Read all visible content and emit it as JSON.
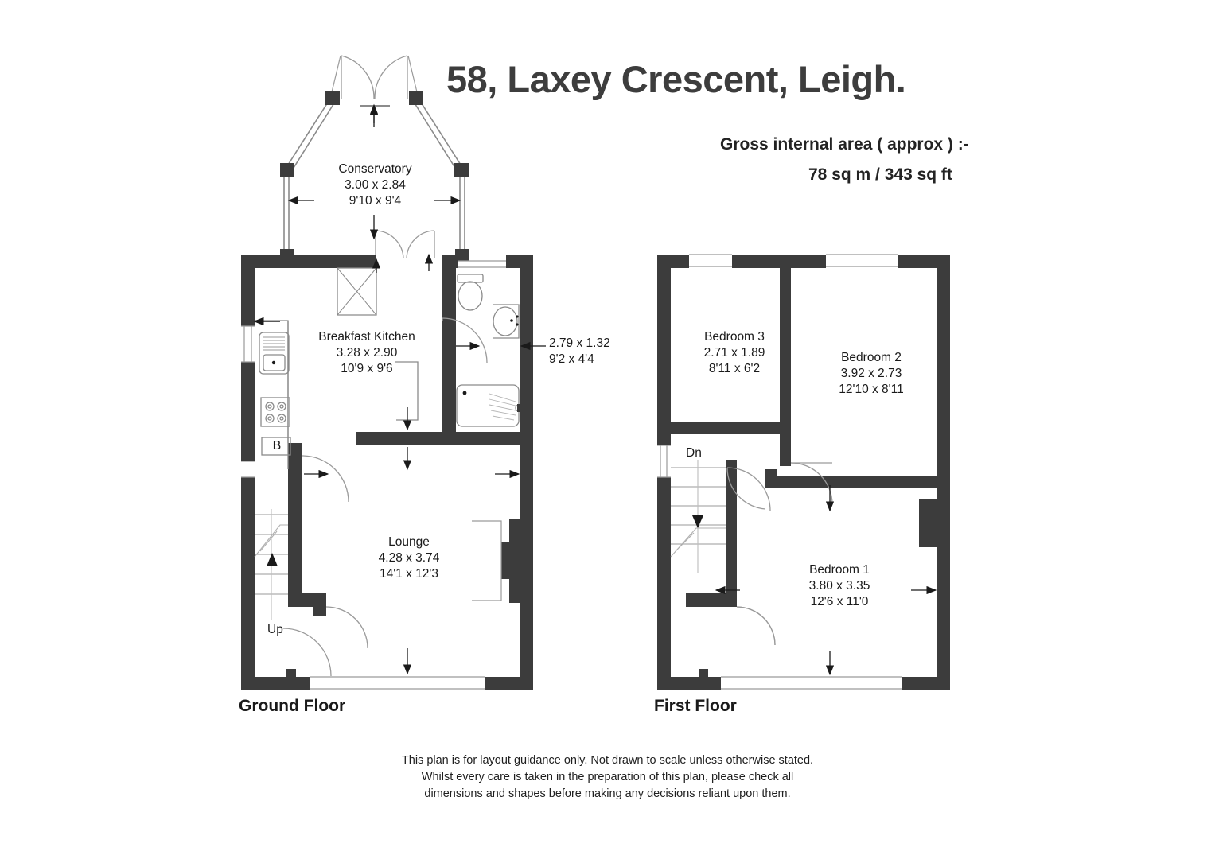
{
  "title": "58, Laxey Crescent, Leigh.",
  "area": {
    "line1": "Gross internal area ( approx ) :-",
    "line2": "78 sq m  /  343 sq ft"
  },
  "floors": {
    "ground": {
      "label": "Ground Floor",
      "stair_direction": "Up",
      "boiler_marker": "B"
    },
    "first": {
      "label": "First Floor",
      "stair_direction": "Dn"
    }
  },
  "rooms": {
    "conservatory": {
      "name": "Conservatory",
      "metric": "3.00 x 2.84",
      "imperial": "9'10 x 9'4"
    },
    "breakfast_kitchen": {
      "name": "Breakfast Kitchen",
      "metric": "3.28 x 2.90",
      "imperial": "10'9 x 9'6"
    },
    "bathroom": {
      "name": "",
      "metric": "2.79 x 1.32",
      "imperial": "9'2 x 4'4"
    },
    "lounge": {
      "name": "Lounge",
      "metric": "4.28 x 3.74",
      "imperial": "14'1 x 12'3"
    },
    "bedroom3": {
      "name": "Bedroom 3",
      "metric": "2.71 x 1.89",
      "imperial": "8'11 x 6'2"
    },
    "bedroom2": {
      "name": "Bedroom 2",
      "metric": "3.92 x 2.73",
      "imperial": "12'10 x 8'11"
    },
    "bedroom1": {
      "name": "Bedroom 1",
      "metric": "3.80 x 3.35",
      "imperial": "12'6 x 11'0"
    }
  },
  "disclaimer": {
    "line1": "This plan is for layout guidance only. Not drawn to scale unless otherwise stated.",
    "line2": "Whilst every care is taken in the preparation of this plan, please check all",
    "line3": "dimensions and shapes before making any decisions reliant upon them."
  },
  "colors": {
    "wall": "#3c3c3c",
    "title": "#3d3d3d",
    "text": "#1a1a1a",
    "thin_line": "#8a8a8a",
    "background": "#ffffff"
  }
}
